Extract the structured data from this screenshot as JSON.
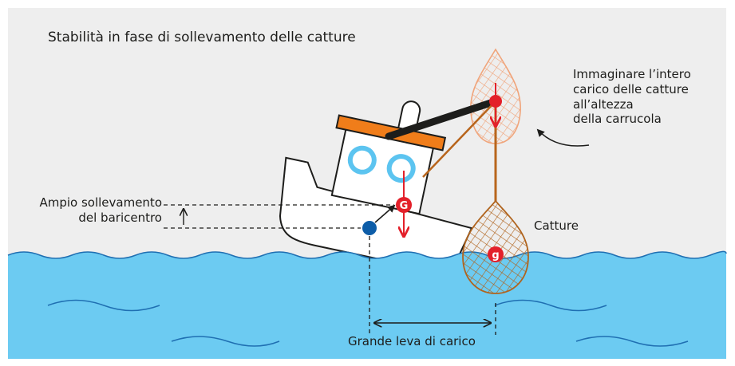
{
  "title": "Stabilità in fase di sollevamento delle catture",
  "annotation_lines": [
    "Immaginare l’intero",
    "carico delle catture",
    "all’altezza",
    "della carrucola"
  ],
  "catch_label": "Catture",
  "cog_rise_lines": [
    "Ampio sollevamento",
    "del baricentro"
  ],
  "lever_label": "Grande leva di carico",
  "marker_G": "G",
  "marker_g": "g",
  "colors": {
    "background": "#eeeeee",
    "sea": "#6ccbf2",
    "wave": "#1f6fb2",
    "cabin_roof": "#f07d1a",
    "window_ring": "#5cc4f0",
    "boom": "#1d1d1b",
    "rope": "#b8651c",
    "net_ghost": "#f0a47a",
    "net": "#b0641e",
    "force_arrow": "#e3202a",
    "cog_dot": "#0d5da8"
  }
}
